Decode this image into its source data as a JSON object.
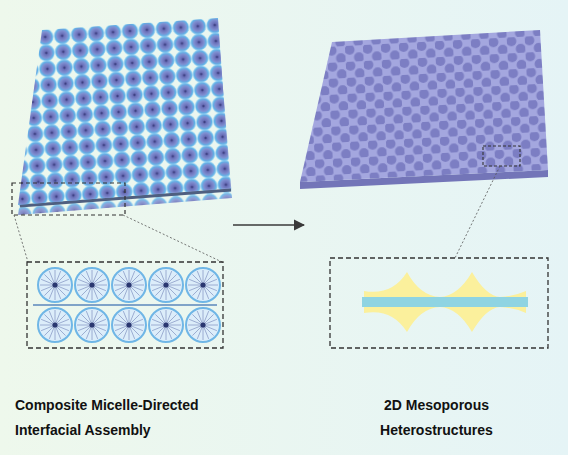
{
  "diagram": {
    "nodes": [
      {
        "text": [
          "Composite Micelle-Directed Interfacial Assembly"
        ]
      },
      {
        "text": [
          "2D Mesoporous Heterostructures"
        ]
      }
    ],
    "edges": [
      {
        "from": 0,
        "to": 1,
        "arrow": "to"
      }
    ]
  }
}
